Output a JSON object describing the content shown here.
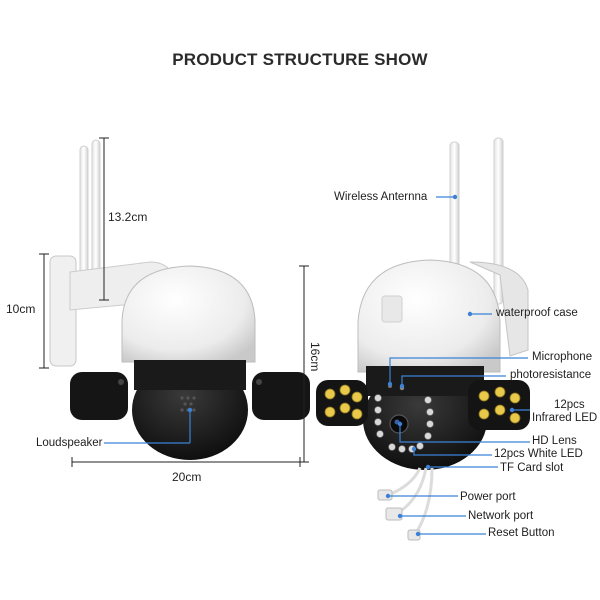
{
  "title": "PRODUCT STRUCTURE SHOW",
  "dimensions": {
    "antenna_height": "13.2cm",
    "mount_height": "10cm",
    "body_height": "16cm",
    "width": "20cm"
  },
  "left_labels": {
    "loudspeaker": "Loudspeaker"
  },
  "right_labels": {
    "wireless_antenna": "Wireless Anternna",
    "waterproof_case": "waterproof case",
    "microphone": "Microphone",
    "photoresistance": "photoresistance",
    "infrared_count": "12pcs",
    "infrared_led": "Infrared LED",
    "hd_lens": "HD Lens",
    "white_led": "12pcs White LED",
    "tf_card_slot": "TF Card slot",
    "power_port": "Power port",
    "network_port": "Network port",
    "reset_button": "Reset Button"
  },
  "colors": {
    "leader_line": "#3b82d6",
    "dimension_line": "#222222",
    "camera_white": "#f2f2f2",
    "camera_black": "#1a1a1a"
  }
}
